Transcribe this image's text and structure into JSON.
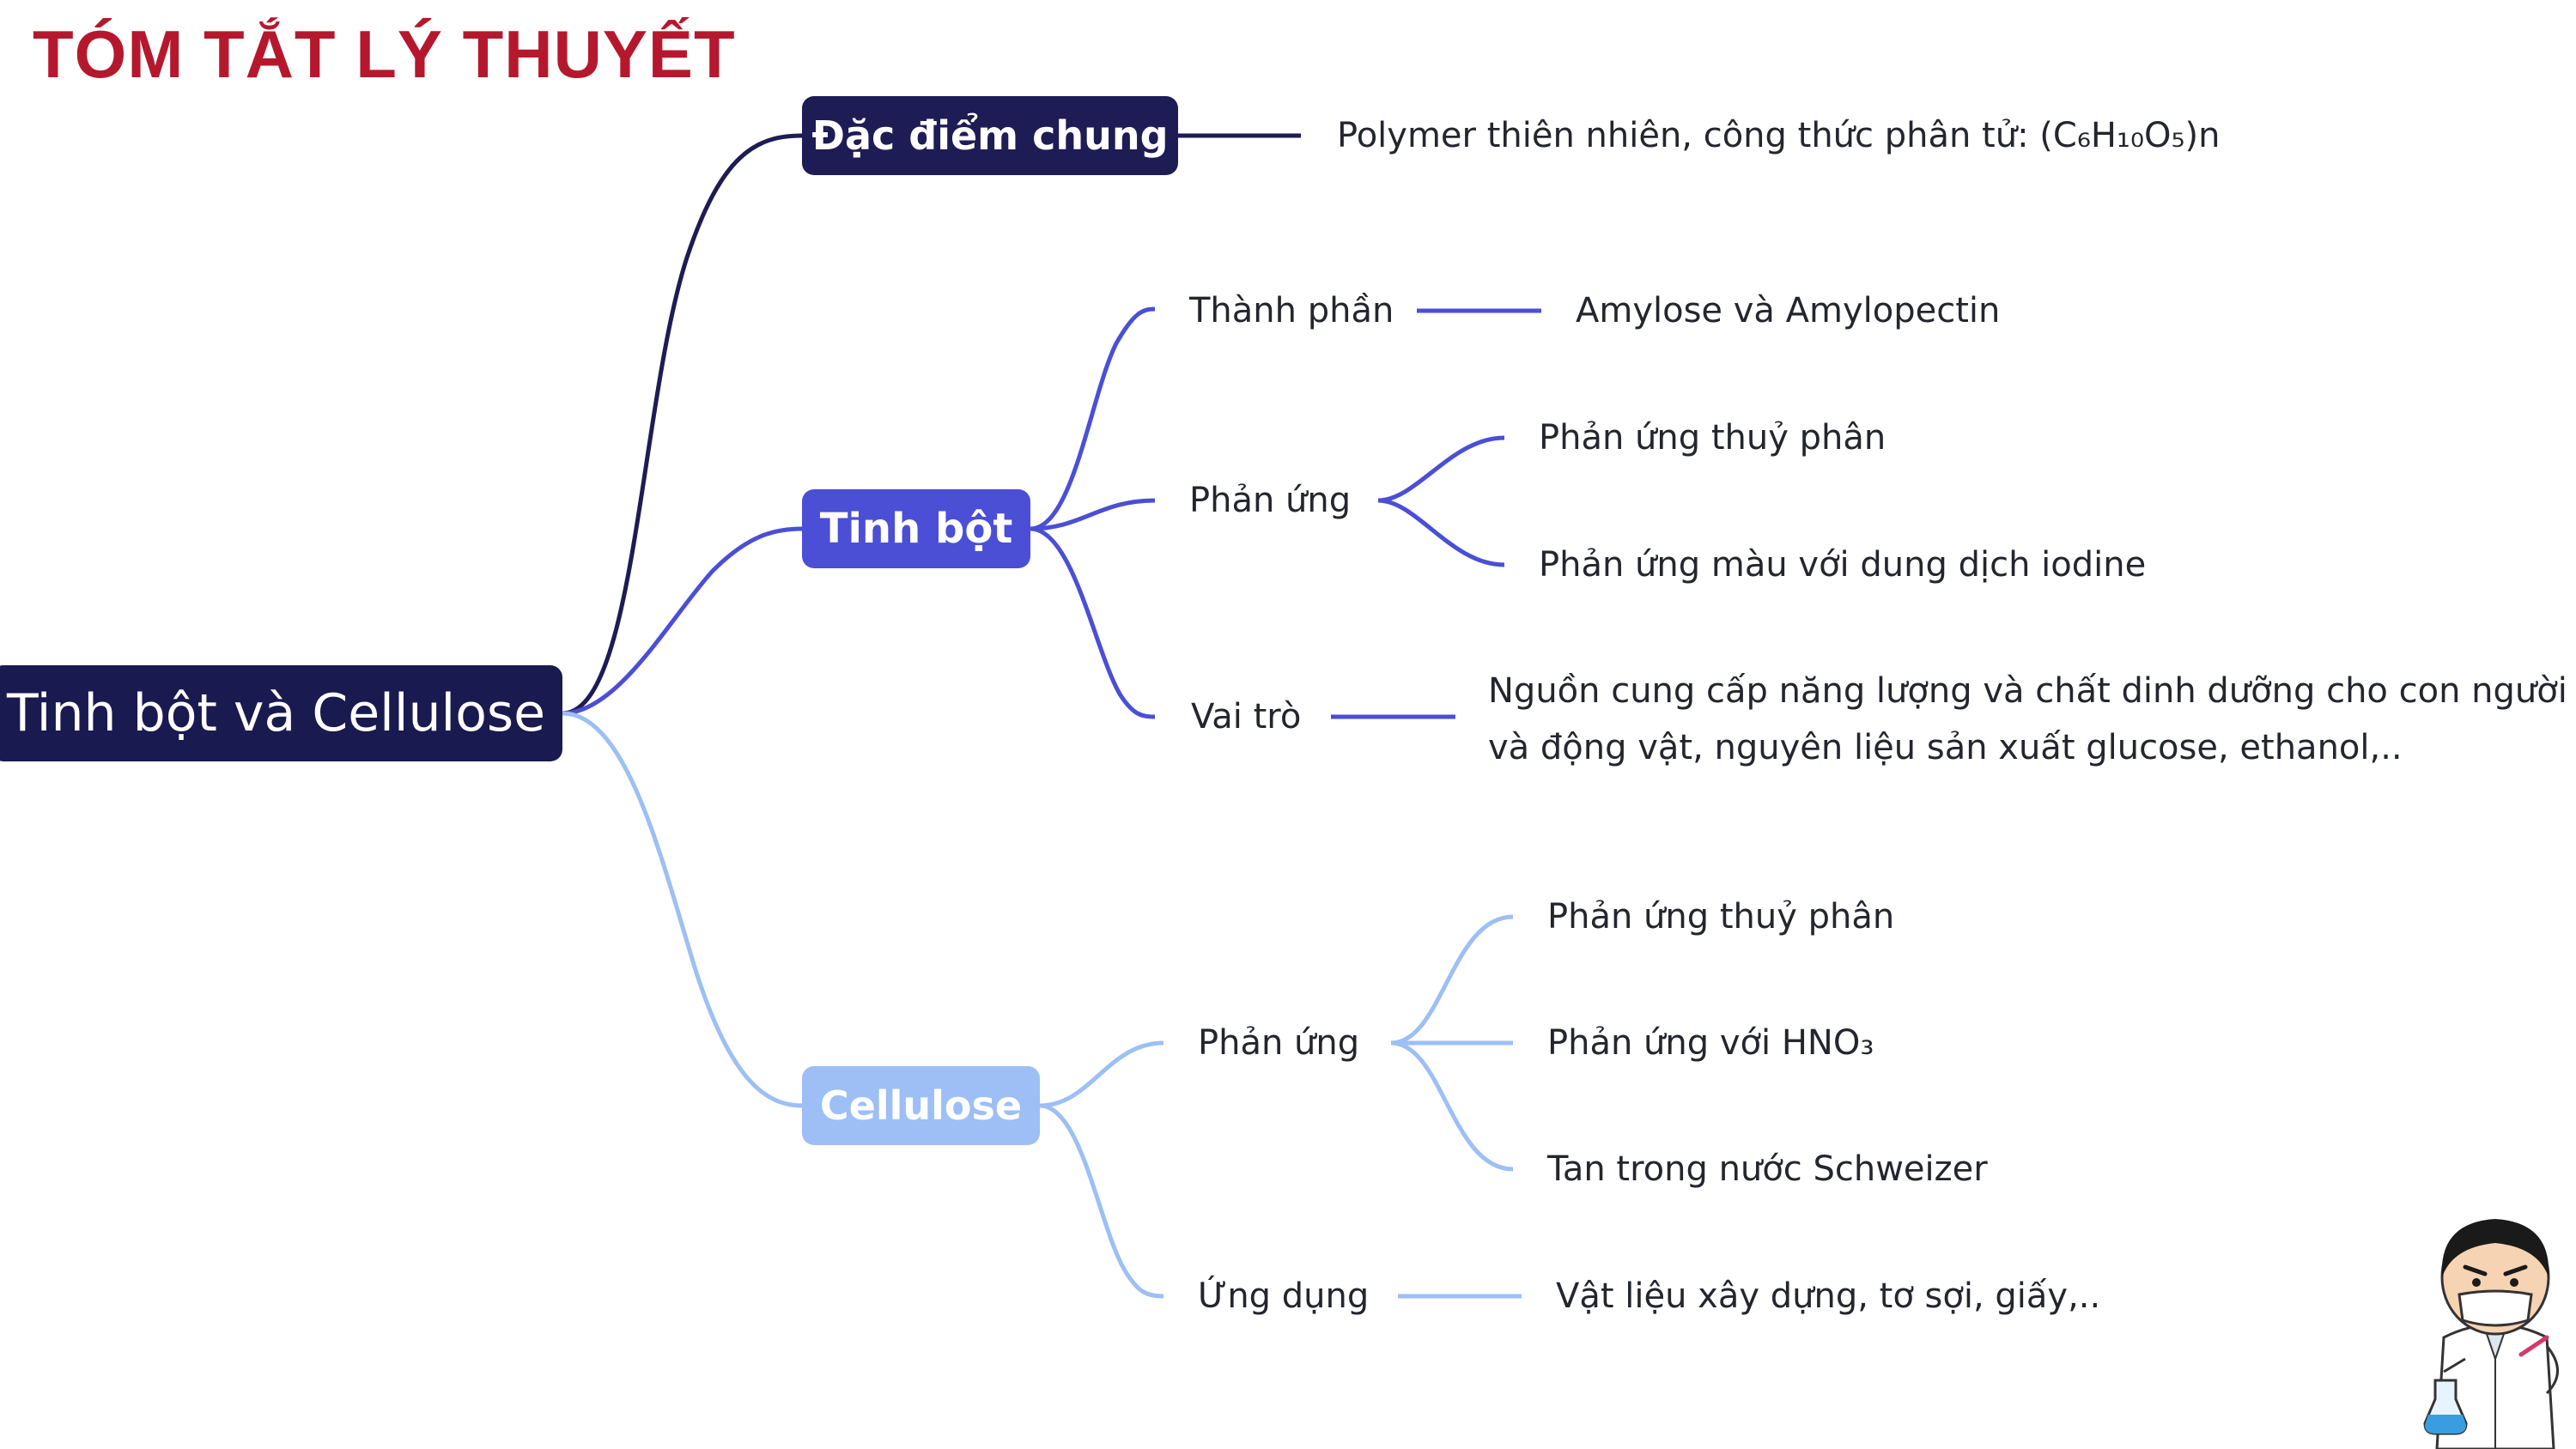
{
  "title": "TÓM TẮT LÝ THUYẾT",
  "colors": {
    "root": "#191a4f",
    "dac_diem": "#1d1c55",
    "tinh_bot": "#4a4fd6",
    "cellulose": "#9dbff5",
    "title": "#b5182d"
  },
  "mindmap": {
    "root": "Tinh bột và Cellulose",
    "dac_diem_chung": {
      "label": "Đặc điểm chung",
      "detail": "Polymer thiên nhiên, công thức phân tử: (C₆H₁₀O₅)n"
    },
    "tinh_bot": {
      "label": "Tinh bột",
      "thanh_phan": {
        "label": "Thành phần",
        "detail": "Amylose và Amylopectin"
      },
      "phan_ung": {
        "label": "Phản ứng",
        "items": [
          "Phản ứng thuỷ phân",
          "Phản ứng màu với dung dịch iodine"
        ]
      },
      "vai_tro": {
        "label": "Vai trò",
        "detail": "Nguồn cung cấp năng lượng và chất dinh dưỡng cho con người và động vật, nguyên liệu sản xuất glucose, ethanol,.."
      }
    },
    "cellulose": {
      "label": "Cellulose",
      "phan_ung": {
        "label": "Phản ứng",
        "items": [
          "Phản ứng thuỷ phân",
          "Phản ứng với HNO₃",
          "Tan trong nước Schweizer"
        ]
      },
      "ung_dung": {
        "label": "Ứng dụng",
        "detail": "Vật liệu xây dựng, tơ sợi, giấy,.."
      }
    }
  },
  "mascot_icon": "scientist-character-icon"
}
